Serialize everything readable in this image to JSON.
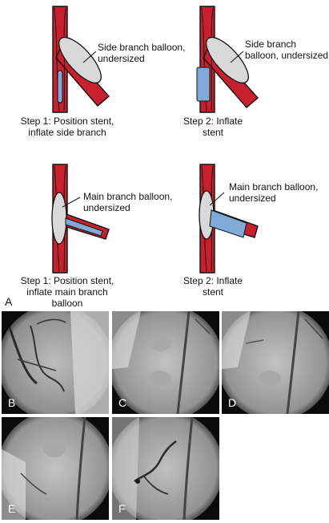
{
  "panel_a": {
    "letter": "A",
    "top_left": {
      "callout": "Side branch balloon, undersized",
      "caption": "Step 1: Position stent, inflate side branch"
    },
    "top_right": {
      "callout": "Side branch balloon, undersized",
      "caption": "Step 2: Inflate stent"
    },
    "bottom_left": {
      "callout": "Main branch balloon, undersized",
      "caption": "Step 1: Position stent, inflate main branch balloon"
    },
    "bottom_right": {
      "callout": "Main branch balloon, undersized",
      "caption": "Step 2: Inflate stent"
    }
  },
  "angiograms": [
    {
      "label": "B"
    },
    {
      "label": "C"
    },
    {
      "label": "D"
    },
    {
      "label": "E"
    },
    {
      "label": "F"
    }
  ],
  "colors": {
    "vessel": "#c8202c",
    "balloon": "#d9d9d9",
    "stent": "#7fa9d6"
  }
}
